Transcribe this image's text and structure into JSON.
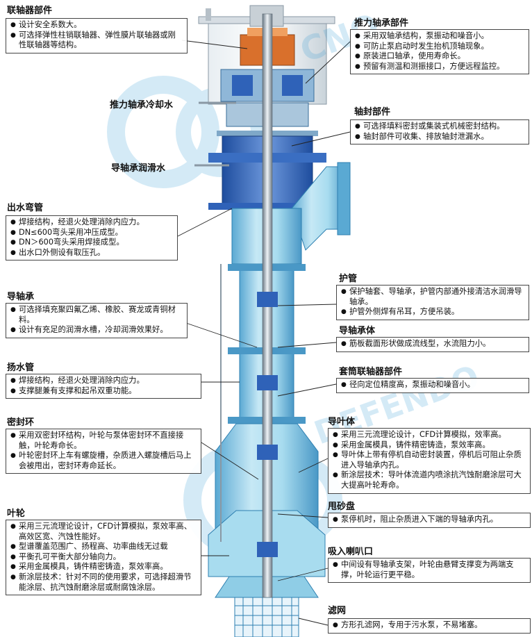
{
  "colors": {
    "casing": "#8fcde6",
    "casing_dark": "#2e7fb0",
    "cap_blue": "#2f62b8",
    "accent_orange": "#d9702c",
    "watermark": "#1a8fd0",
    "text": "#111111"
  },
  "watermark_text": [
    "CNO",
    "DEFENDO"
  ],
  "inline_labels": {
    "thrust_cooling": "推力轴承冷却水",
    "guide_lubrication": "导轴承润滑水"
  },
  "sections": {
    "coupling": {
      "title": "联轴器部件",
      "items": [
        "设计安全系数大。",
        "可选择弹性柱销联轴器、弹性膜片联轴器或刚性联轴器等结构。"
      ]
    },
    "thrust": {
      "title": "推力轴承部件",
      "items": [
        "采用双轴承结构，泵振动和噪音小。",
        "可防止泵启动时发生抬机顶轴现象。",
        "原装进口轴承，使用寿命长。",
        "预留有测温和测振接口，方便远程监控。"
      ]
    },
    "shaft_seal": {
      "title": "轴封部件",
      "items": [
        "可选择填料密封或集装式机械密封结构。",
        "轴封部件可收集、排放轴封泄漏水。"
      ]
    },
    "outlet_elbow": {
      "title": "出水弯管",
      "items": [
        "焊接结构，经退火处理消除内应力。",
        "DN≤600弯头采用冲压成型。",
        "DN＞600弯头采用焊接成型。",
        "出水口外侧设有取压孔。"
      ]
    },
    "protect_tube": {
      "title": "护管",
      "items": [
        "保护轴套、导轴承，护管内部通外接清洁水润滑导轴承。",
        "护管外侧焊有吊耳，方便吊装。"
      ]
    },
    "guide_bearing": {
      "title": "导轴承",
      "items": [
        "可选择填充聚四氟乙烯、橡胶、赛龙或青铜材料。",
        "设计有充足的润滑水槽，冷却润滑效果好。"
      ]
    },
    "bearing_body": {
      "title": "导轴承体",
      "items": [
        "筋板截面形状做成流线型，水流阻力小。"
      ]
    },
    "sleeve_coupling": {
      "title": "套筒联轴器部件",
      "items": [
        "径向定位精度高，泵振动和噪音小。"
      ]
    },
    "riser": {
      "title": "扬水管",
      "items": [
        "焊接结构，经退火处理消除内应力。",
        "支撑腿兼有支撑和起吊双重功能。"
      ]
    },
    "seal_ring": {
      "title": "密封环",
      "items": [
        "采用双密封环结构，叶轮与泵体密封环不直接接触，叶轮寿命长。",
        "叶轮密封环上车有螺旋槽，杂质进入螺旋槽后马上会被甩出，密封环寿命延长。"
      ]
    },
    "diffuser": {
      "title": "导叶体",
      "items": [
        "采用三元流理论设计，CFD计算模拟，效率高。",
        "采用金属模具，铸件精密铸造，泵效率高。",
        "导叶体上带有停机自动密封装置，停机后可阻止杂质进入导轴承内孔。",
        "新涂层技术：导叶体流道内喷涂抗汽蚀耐磨涂层可大大提高叶轮寿命。"
      ]
    },
    "sand_disc": {
      "title": "甩砂盘",
      "items": [
        "泵停机时，阻止杂质进入下端的导轴承内孔。"
      ]
    },
    "impeller": {
      "title": "叶轮",
      "items": [
        "采用三元流理论设计，CFD计算模拟，泵效率高、高效区宽、汽蚀性能好。",
        "型谱覆盖范围广、扬程高、功率曲线无过载",
        "平衡孔可平衡大部分轴向力。",
        "采用金属模具，铸件精密铸造，泵效率高。",
        "新涂层技术：针对不同的使用要求，可选择超滑节能涂层、抗汽蚀耐磨涂层或耐腐蚀涂层。"
      ]
    },
    "suction_bell": {
      "title": "吸入喇叭口",
      "items": [
        "中间设有导轴承支架，叶轮由悬臂支撑变为两端支撑，叶轮运行更平稳。"
      ]
    },
    "strainer": {
      "title": "滤网",
      "items": [
        "方形孔滤网，专用于污水泵，不易堵塞。"
      ]
    }
  }
}
